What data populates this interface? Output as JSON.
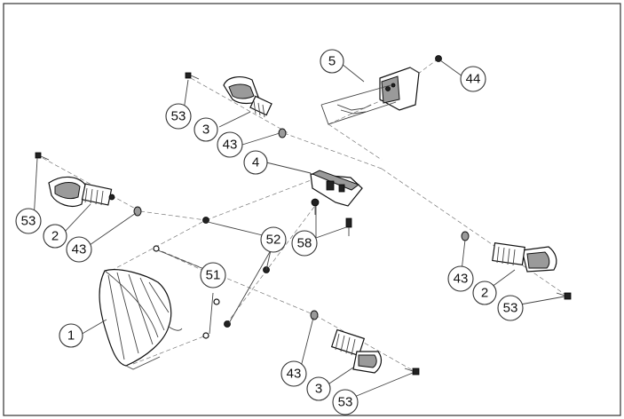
{
  "callouts": {
    "c1": "1",
    "c2_left": "2",
    "c2_right": "2",
    "c3_top": "3",
    "c3_bottom": "3",
    "c4": "4",
    "c5": "5",
    "c43_a": "43",
    "c43_b": "43",
    "c43_c": "43",
    "c43_d": "43",
    "c44": "44",
    "c51": "51",
    "c52": "52",
    "c53_a": "53",
    "c53_b": "53",
    "c53_c": "53",
    "c53_d": "53",
    "c58": "58"
  }
}
